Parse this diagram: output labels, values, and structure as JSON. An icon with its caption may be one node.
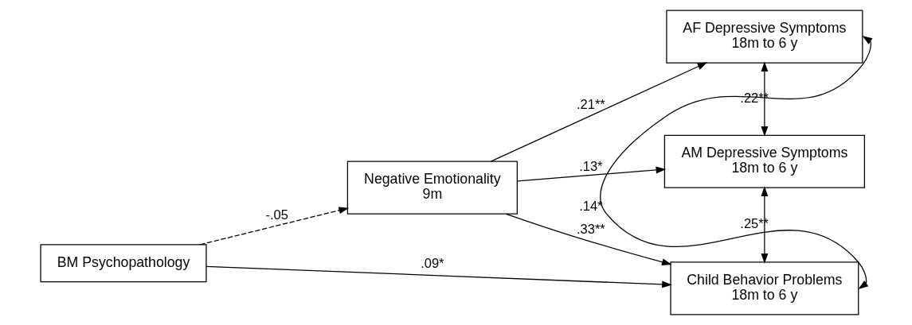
{
  "diagram": {
    "nodes": [
      {
        "text": [
          "BM Psychopathology"
        ]
      },
      {
        "text": [
          "Negative Emotionality",
          "9m"
        ]
      },
      {
        "text": [
          "AF Depressive Symptoms",
          "18m to 6 y"
        ]
      },
      {
        "text": [
          "AM Depressive Symptoms",
          "18m to 6 y"
        ]
      },
      {
        "text": [
          "Child Behavior Problems",
          "18m to 6 y"
        ]
      }
    ],
    "edges": [
      {
        "from": 0,
        "to": 1,
        "arrow": "to",
        "label": "-.05",
        "style": "dashed"
      },
      {
        "from": 0,
        "to": 4,
        "arrow": "to",
        "label": ".09*"
      },
      {
        "from": 1,
        "to": 2,
        "arrow": "to",
        "label": ".21**"
      },
      {
        "from": 1,
        "to": 3,
        "arrow": "to",
        "label": ".13*"
      },
      {
        "from": 1,
        "to": 4,
        "arrow": "to",
        "label": ".33**"
      },
      {
        "from": 2,
        "to": 3,
        "arrow": "both",
        "label": ".22**"
      },
      {
        "from": 3,
        "to": 4,
        "arrow": "both",
        "label": ".25**"
      },
      {
        "from": 2,
        "to": 4,
        "arrow": "both",
        "label": ".14*"
      }
    ]
  }
}
